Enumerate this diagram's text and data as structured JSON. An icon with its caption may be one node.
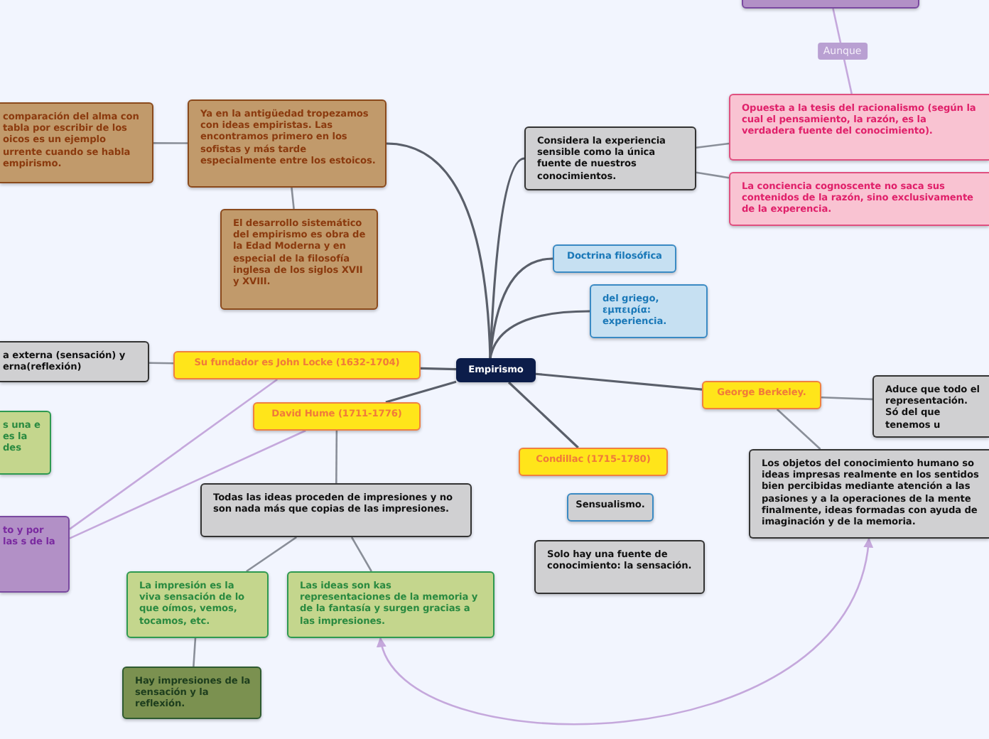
{
  "diagram": {
    "nodes": [
      {
        "text": [
          "Empirismo"
        ]
      },
      {
        "text": [],
        "shape": "box"
      },
      {
        "text": [
          "comparación del alma con tabla por escribir de los oicos es un ejemplo urrente cuando se habla empirismo."
        ]
      },
      {
        "text": [
          "Ya en la antigüedad tropezamos con ideas empiristas. Las encontramos primero en los sofistas y más tarde especialmente entre los estoicos."
        ]
      },
      {
        "text": [
          "El desarrollo sistemático del empirismo es obra de la Edad Moderna y en especial de la filosofía inglesa de los siglos XVII y XVIII."
        ]
      },
      {
        "text": [
          "Considera la experiencia sensible como la única fuente de nuestros conocimientos."
        ]
      },
      {
        "text": [
          "Opuesta a la tesis del racionalismo (según la cual el pensamiento, la razón, es la verdadera fuente del conocimiento)."
        ]
      },
      {
        "text": [
          "La conciencia cognoscente no saca sus contenidos de la razón, sino exclusivamente de la experencia."
        ]
      },
      {
        "text": [
          "Doctrina filosófica"
        ]
      },
      {
        "text": [
          "del griego, εμπειρία: experiencia."
        ]
      },
      {
        "text": [
          "a externa (sensación) y erna(reflexión)"
        ]
      },
      {
        "text": [
          "Su fundador es John Locke (1632-1704)"
        ]
      },
      {
        "text": [
          "Aduce que todo el representación. Só del que tenemos u"
        ]
      },
      {
        "text": [
          "George Berkeley."
        ]
      },
      {
        "text": [
          "David Hume (1711-1776)"
        ]
      },
      {
        "text": [
          "s una e es la des"
        ]
      },
      {
        "text": [
          "Los objetos del conocimiento humano so ideas impresas realmente en los sentidos bien percibidas mediante atención a las pasiones y a la operaciones de la mente finalmente, ideas formadas con ayuda de imaginación y de la memoria."
        ]
      },
      {
        "text": [
          "Condillac (1715-1780)"
        ]
      },
      {
        "text": [
          "Todas las ideas proceden de impresiones y no son nada más que copias de las impresiones."
        ]
      },
      {
        "text": [
          "to y por las s de la"
        ]
      },
      {
        "text": [
          "Sensualismo."
        ]
      },
      {
        "text": [
          "Solo hay una fuente de conocimiento: la sensación."
        ]
      },
      {
        "text": [
          "La impresión es la viva sensación de lo que oímos, vemos, tocamos, etc."
        ]
      },
      {
        "text": [
          "Las ideas son kas representaciones de la memoria y de la fantasía y surgen gracias a las impresiones."
        ]
      },
      {
        "text": [
          "Hay impresiones de la sensación y la reflexión."
        ]
      }
    ],
    "edges": [
      {
        "from": 0,
        "to": 3,
        "arrow": "none"
      },
      {
        "from": 3,
        "to": 2,
        "arrow": "none"
      },
      {
        "from": 3,
        "to": 4,
        "arrow": "none"
      },
      {
        "from": 0,
        "to": 5,
        "arrow": "none"
      },
      {
        "from": 5,
        "to": 6,
        "arrow": "none"
      },
      {
        "from": 5,
        "to": 7,
        "arrow": "none"
      },
      {
        "from": 6,
        "to": 1,
        "arrow": "none",
        "label": "Aunque",
        "color": "#c5a8dc"
      },
      {
        "from": 0,
        "to": 8,
        "arrow": "none"
      },
      {
        "from": 0,
        "to": 9,
        "arrow": "none"
      },
      {
        "from": 0,
        "to": 11,
        "arrow": "none"
      },
      {
        "from": 11,
        "to": 10,
        "arrow": "none"
      },
      {
        "from": 11,
        "to": 19,
        "arrow": "none",
        "color": "#c5a8dc"
      },
      {
        "from": 14,
        "to": 19,
        "arrow": "none",
        "color": "#c5a8dc"
      },
      {
        "from": 0,
        "to": 14,
        "arrow": "none"
      },
      {
        "from": 14,
        "to": 18,
        "arrow": "none"
      },
      {
        "from": 18,
        "to": 22,
        "arrow": "none"
      },
      {
        "from": 18,
        "to": 23,
        "arrow": "none"
      },
      {
        "from": 22,
        "to": 24,
        "arrow": "none"
      },
      {
        "from": 0,
        "to": 13,
        "arrow": "none"
      },
      {
        "from": 13,
        "to": 12,
        "arrow": "none"
      },
      {
        "from": 13,
        "to": 16,
        "arrow": "none"
      },
      {
        "from": 0,
        "to": 17,
        "arrow": "none"
      },
      {
        "from": 16,
        "to": 23,
        "arrow": "both",
        "color": "#c5a8dc"
      }
    ]
  }
}
